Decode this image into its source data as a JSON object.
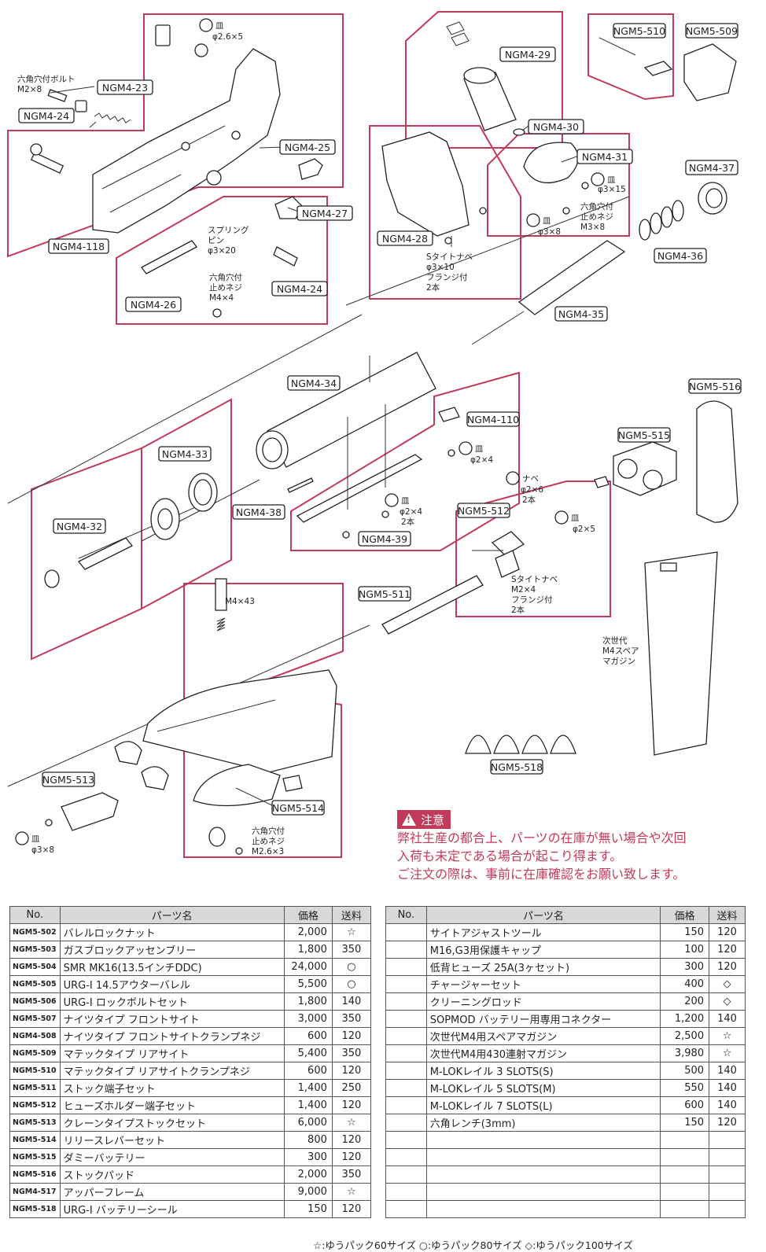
{
  "labels": {
    "ngm4_23": "NGM4-23",
    "ngm4_24a": "NGM4-24",
    "ngm4_25": "NGM4-25",
    "ngm4_27": "NGM4-27",
    "ngm4_24b": "NGM4-24",
    "ngm4_26": "NGM4-26",
    "ngm4_118": "NGM4-118",
    "ngm4_29": "NGM4-29",
    "ngm4_30": "NGM4-30",
    "ngm4_31": "NGM4-31",
    "ngm4_28": "NGM4-28",
    "ngm5_510": "NGM5-510",
    "ngm5_509": "NGM5-509",
    "ngm4_37": "NGM4-37",
    "ngm4_36": "NGM4-36",
    "ngm4_35": "NGM4-35",
    "ngm4_34": "NGM4-34",
    "ngm4_33": "NGM4-33",
    "ngm4_32": "NGM4-32",
    "ngm4_38": "NGM4-38",
    "ngm4_39": "NGM4-39",
    "ngm4_110": "NGM4-110",
    "ngm5_516": "NGM5-516",
    "ngm5_515": "NGM5-515",
    "ngm5_512": "NGM5-512",
    "ngm5_511": "NGM5-511",
    "ngm5_518": "NGM5-518",
    "ngm5_513": "NGM5-513",
    "ngm5_514": "NGM5-514"
  },
  "notes": {
    "hex_bolt_1": "六角穴付ボルト",
    "hex_bolt_2": "M2×8",
    "ta_top": "皿",
    "phi_26x5": "φ2.6×5",
    "spring_pin_1": "スプリング",
    "spring_pin_2": "ピン",
    "spring_pin_3": "φ3×20",
    "set_screw_m4_1": "六角穴付",
    "set_screw_m4_2": "止めネジ",
    "set_screw_m4_3": "M4×4",
    "ta_31": "皿",
    "phi_3x15": "φ3×15",
    "set_screw_m3_1": "六角穴付",
    "set_screw_m3_2": "止めネジ",
    "set_screw_m3_3": "M3×8",
    "ta_28": "皿",
    "phi_3x8_28": "φ3×8",
    "s_tight_1": "Sタイトナベ",
    "s_tight_2": "φ3×10",
    "s_tight_3": "フランジ付",
    "s_tight_4": "2本",
    "ta_110": "皿",
    "phi_2x4_110": "φ2×4",
    "ta_nabe": "ナベ",
    "phi_2x6": "φ2×6",
    "two_a": "2本",
    "ta_39": "皿",
    "phi_2x4_39": "φ2×4",
    "two_b": "2本",
    "ta_512": "皿",
    "phi_2x5": "φ2×5",
    "s_m2_1": "Sタイトナベ",
    "s_m2_2": "M2×4",
    "s_m2_3": "フランジ付",
    "s_m2_4": "2本",
    "m4x43": "M4×43",
    "mag_1": "次世代",
    "mag_2": "M4スペア",
    "mag_3": "マガジン",
    "ta_513": "皿",
    "phi_3x8_513": "φ3×8",
    "set_screw_m26_1": "六角穴付",
    "set_screw_m26_2": "止めネジ",
    "set_screw_m26_3": "M2.6×3"
  },
  "warning": {
    "title": "注意",
    "line1": "弊社生産の都合上、パーツの在庫が無い場合や次回",
    "line2": "入荷も未定である場合が起こり得ます。",
    "line3": "ご注文の際は、事前に在庫確認をお願い致します。"
  },
  "table_headers": {
    "no": "No.",
    "name": "パーツ名",
    "price": "価格",
    "ship": "送料"
  },
  "table_left": [
    {
      "no": "NGM5-502",
      "name": "バレルロックナット",
      "price": "2,000",
      "ship": "☆"
    },
    {
      "no": "NGM5-503",
      "name": "ガスブロックアッセンブリー",
      "price": "1,800",
      "ship": "350"
    },
    {
      "no": "NGM5-504",
      "name": "SMR MK16(13.5インチDDC)",
      "price": "24,000",
      "ship": "○"
    },
    {
      "no": "NGM5-505",
      "name": "URG-I 14.5アウターバレル",
      "price": "5,500",
      "ship": "○"
    },
    {
      "no": "NGM5-506",
      "name": "URG-I ロックボルトセット",
      "price": "1,800",
      "ship": "140"
    },
    {
      "no": "NGM5-507",
      "name": "ナイツタイプ フロントサイト",
      "price": "3,000",
      "ship": "350"
    },
    {
      "no": "NGM4-508",
      "name": "ナイツタイプ フロントサイトクランプネジ",
      "price": "600",
      "ship": "120"
    },
    {
      "no": "NGM5-509",
      "name": "マテックタイプ リアサイト",
      "price": "5,400",
      "ship": "350"
    },
    {
      "no": "NGM5-510",
      "name": "マテックタイプ リアサイトクランプネジ",
      "price": "600",
      "ship": "120"
    },
    {
      "no": "NGM5-511",
      "name": "ストック端子セット",
      "price": "1,400",
      "ship": "250"
    },
    {
      "no": "NGM5-512",
      "name": "ヒューズホルダー端子セット",
      "price": "1,400",
      "ship": "120"
    },
    {
      "no": "NGM5-513",
      "name": "クレーンタイプストックセット",
      "price": "6,000",
      "ship": "☆"
    },
    {
      "no": "NGM5-514",
      "name": "リリースレバーセット",
      "price": "800",
      "ship": "120"
    },
    {
      "no": "NGM5-515",
      "name": "ダミーバッテリー",
      "price": "300",
      "ship": "120"
    },
    {
      "no": "NGM5-516",
      "name": "ストックパッド",
      "price": "2,000",
      "ship": "350"
    },
    {
      "no": "NGM4-517",
      "name": "アッパーフレーム",
      "price": "9,000",
      "ship": "☆"
    },
    {
      "no": "NGM5-518",
      "name": "URG-I バッテリーシール",
      "price": "150",
      "ship": "120"
    }
  ],
  "table_right": [
    {
      "no": "",
      "name": "サイトアジャストツール",
      "price": "150",
      "ship": "120"
    },
    {
      "no": "",
      "name": "M16,G3用保護キャップ",
      "price": "100",
      "ship": "120"
    },
    {
      "no": "",
      "name": "低背ヒューズ 25A(3ヶセット)",
      "price": "300",
      "ship": "120"
    },
    {
      "no": "",
      "name": "チャージャーセット",
      "price": "400",
      "ship": "◇"
    },
    {
      "no": "",
      "name": "クリーニングロッド",
      "price": "200",
      "ship": "◇"
    },
    {
      "no": "",
      "name": "SOPMOD バッテリー用専用コネクター",
      "price": "1,200",
      "ship": "140"
    },
    {
      "no": "",
      "name": "次世代M4用スペアマガジン",
      "price": "2,500",
      "ship": "☆"
    },
    {
      "no": "",
      "name": "次世代M4用430連射マガジン",
      "price": "3,980",
      "ship": "☆"
    },
    {
      "no": "",
      "name": "M-LOKレイル 3 SLOTS(S)",
      "price": "500",
      "ship": "140"
    },
    {
      "no": "",
      "name": "M-LOKレイル 5 SLOTS(M)",
      "price": "550",
      "ship": "140"
    },
    {
      "no": "",
      "name": "M-LOKレイル 7 SLOTS(L)",
      "price": "600",
      "ship": "140"
    },
    {
      "no": "",
      "name": "六角レンチ(3mm)",
      "price": "150",
      "ship": "120"
    },
    {
      "no": "",
      "name": "",
      "price": "",
      "ship": ""
    },
    {
      "no": "",
      "name": "",
      "price": "",
      "ship": ""
    },
    {
      "no": "",
      "name": "",
      "price": "",
      "ship": ""
    },
    {
      "no": "",
      "name": "",
      "price": "",
      "ship": ""
    },
    {
      "no": "",
      "name": "",
      "price": "",
      "ship": ""
    }
  ],
  "legend": "☆:ゆうパック60サイズ ○:ゆうパック80サイズ ◇:ゆうパック100サイズ",
  "colors": {
    "accent": "#c23a5a",
    "header_bg": "#d8d8d8"
  }
}
